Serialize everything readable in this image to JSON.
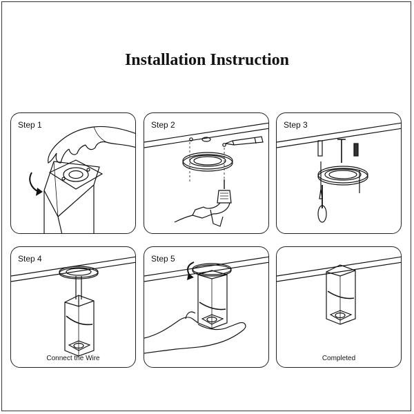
{
  "title": "Installation Instruction",
  "steps": [
    {
      "label": "Step 1",
      "caption": ""
    },
    {
      "label": "Step 2",
      "caption": ""
    },
    {
      "label": "Step 3",
      "caption": ""
    },
    {
      "label": "Step 4",
      "caption": "Connect the Wire"
    },
    {
      "label": "Step 5",
      "caption": ""
    },
    {
      "label": "",
      "caption": "Completed"
    }
  ]
}
